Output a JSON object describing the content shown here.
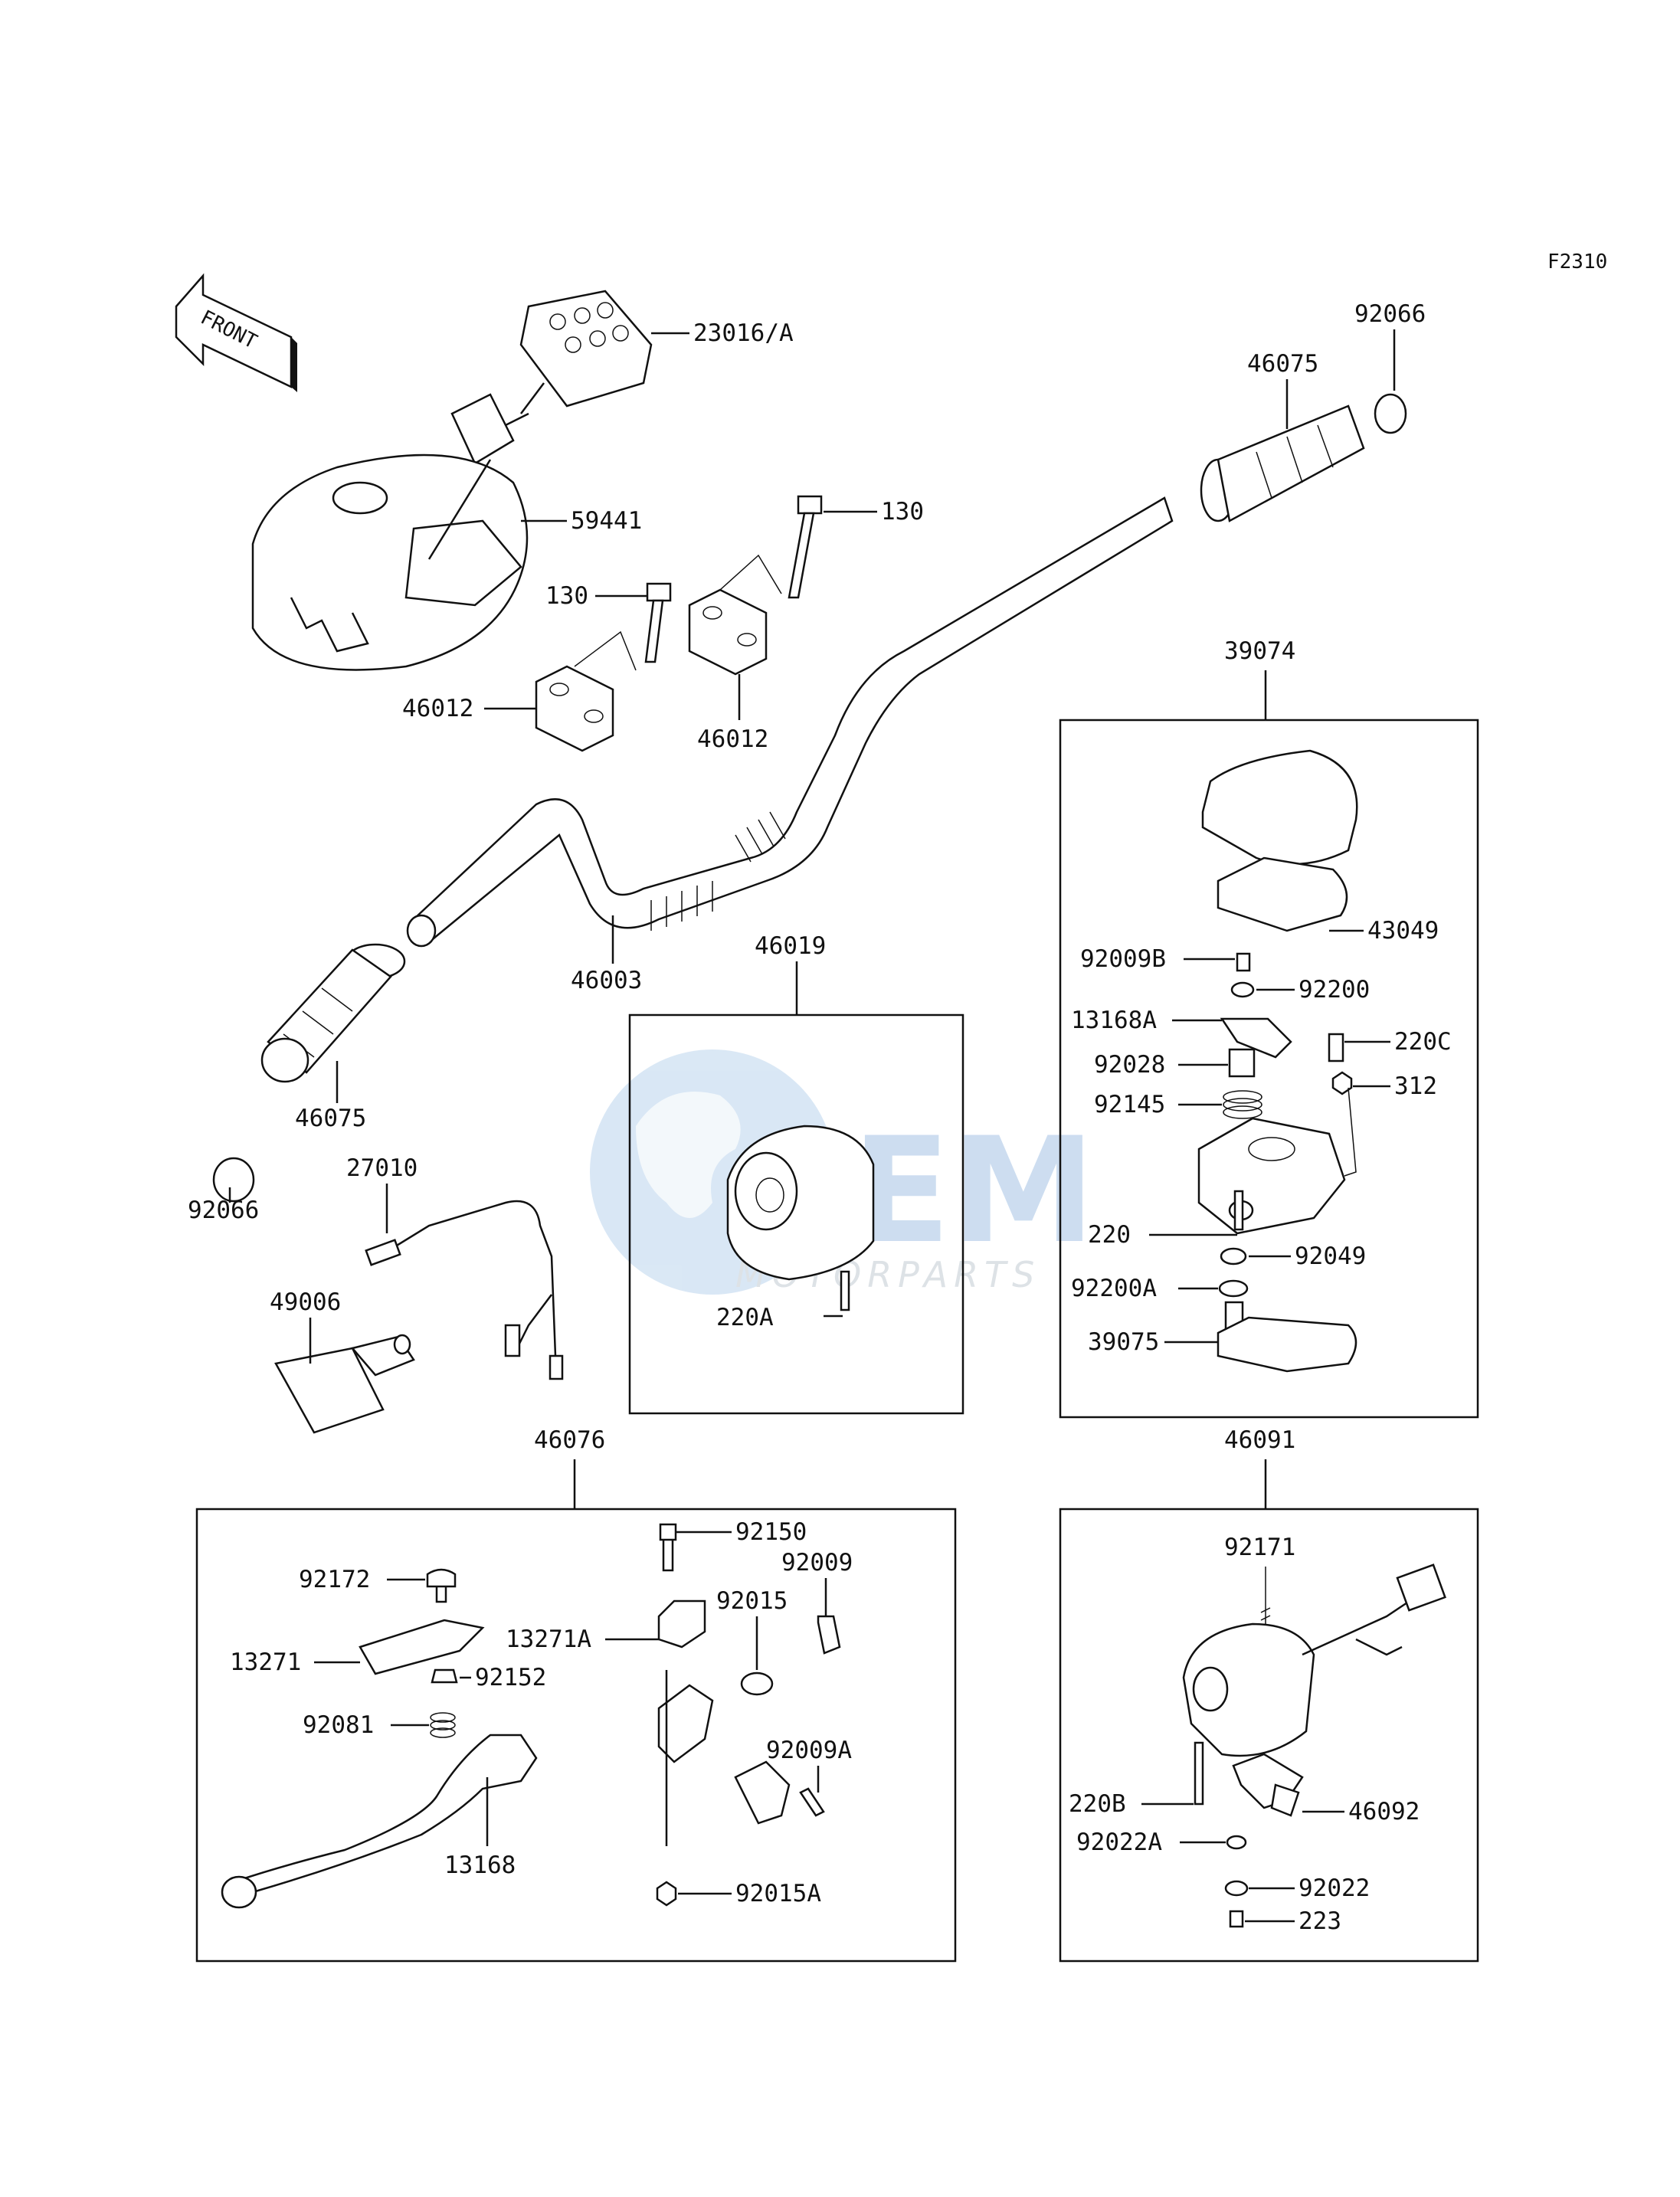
{
  "figure": {
    "code": "F2310",
    "front_marker": "FRONT"
  },
  "watermark": {
    "brand": "OEM",
    "sub": "MOTORPARTS"
  },
  "parts": {
    "p23016": "23016/A",
    "p59441": "59441",
    "p130a": "130",
    "p130b": "130",
    "p46012a": "46012",
    "p46012b": "46012",
    "p46075a": "46075",
    "p92066a": "92066",
    "p46003": "46003",
    "p46075b": "46075",
    "p92066b": "92066",
    "p27010": "27010",
    "p49006": "49006",
    "p46019": "46019",
    "p220a": "220A",
    "p39074": "39074",
    "p43049": "43049",
    "p92009b": "92009B",
    "p92200": "92200",
    "p13168a": "13168A",
    "p220c": "220C",
    "p92028": "92028",
    "p312": "312",
    "p92145": "92145",
    "p220": "220",
    "p92049": "92049",
    "p92200a": "92200A",
    "p39075": "39075",
    "p46076": "46076",
    "p92150": "92150",
    "p92009": "92009",
    "p92172": "92172",
    "p13271a": "13271A",
    "p92015": "92015",
    "p13271": "13271",
    "p92152": "92152",
    "p92081": "92081",
    "p92009a": "92009A",
    "p13168": "13168",
    "p92015a": "92015A",
    "p46091": "46091",
    "p92171": "92171",
    "p220b": "220B",
    "p46092": "46092",
    "p92022a": "92022A",
    "p92022": "92022",
    "p223": "223"
  }
}
